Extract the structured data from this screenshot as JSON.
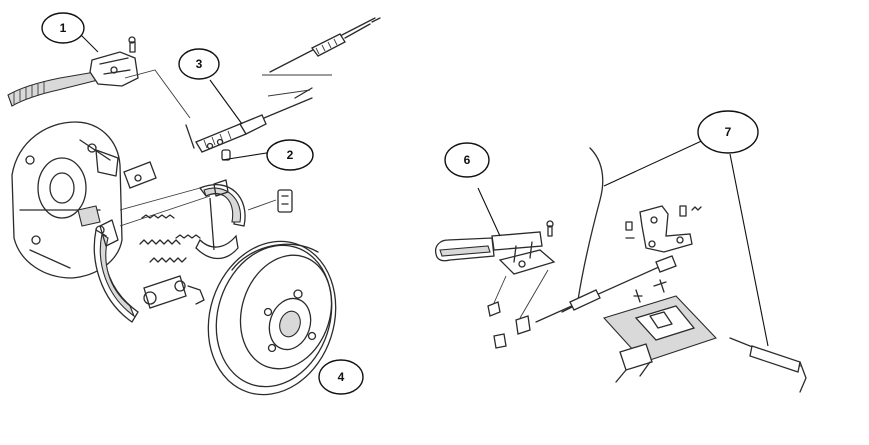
{
  "callouts": [
    {
      "id": "callout-1",
      "label": "1"
    },
    {
      "id": "callout-2",
      "label": "2"
    },
    {
      "id": "callout-3",
      "label": "3"
    },
    {
      "id": "callout-4",
      "label": "4"
    },
    {
      "id": "callout-6",
      "label": "6"
    },
    {
      "id": "callout-7",
      "label": "7"
    }
  ],
  "colors": {
    "line": "#2b2b2b",
    "background": "#ffffff",
    "shade": "#d9d9d9"
  }
}
